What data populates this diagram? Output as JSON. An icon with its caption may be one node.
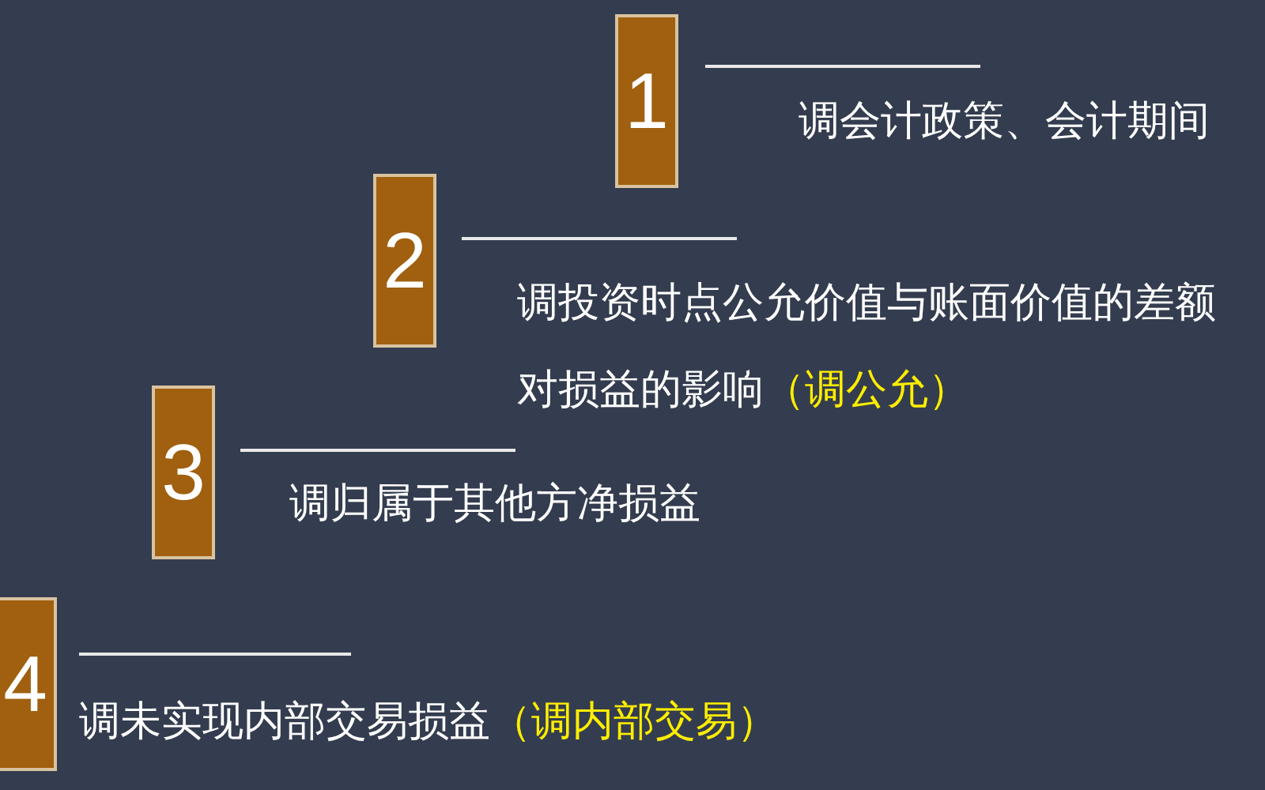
{
  "diagram": {
    "nodes": [
      {
        "text": [
          "1"
        ],
        "beside": [
          "调会计政策、会计期间"
        ]
      },
      {
        "text": [
          "2"
        ],
        "beside": [
          "调投资时点公允价值与账面价值的差额对损益的影响",
          "（调公允）"
        ]
      },
      {
        "text": [
          "3"
        ],
        "beside": [
          "调归属于其他方净损益"
        ]
      },
      {
        "text": [
          "4"
        ],
        "beside": [
          "调未实现内部交易损益",
          "（调内部交易）"
        ]
      }
    ]
  }
}
